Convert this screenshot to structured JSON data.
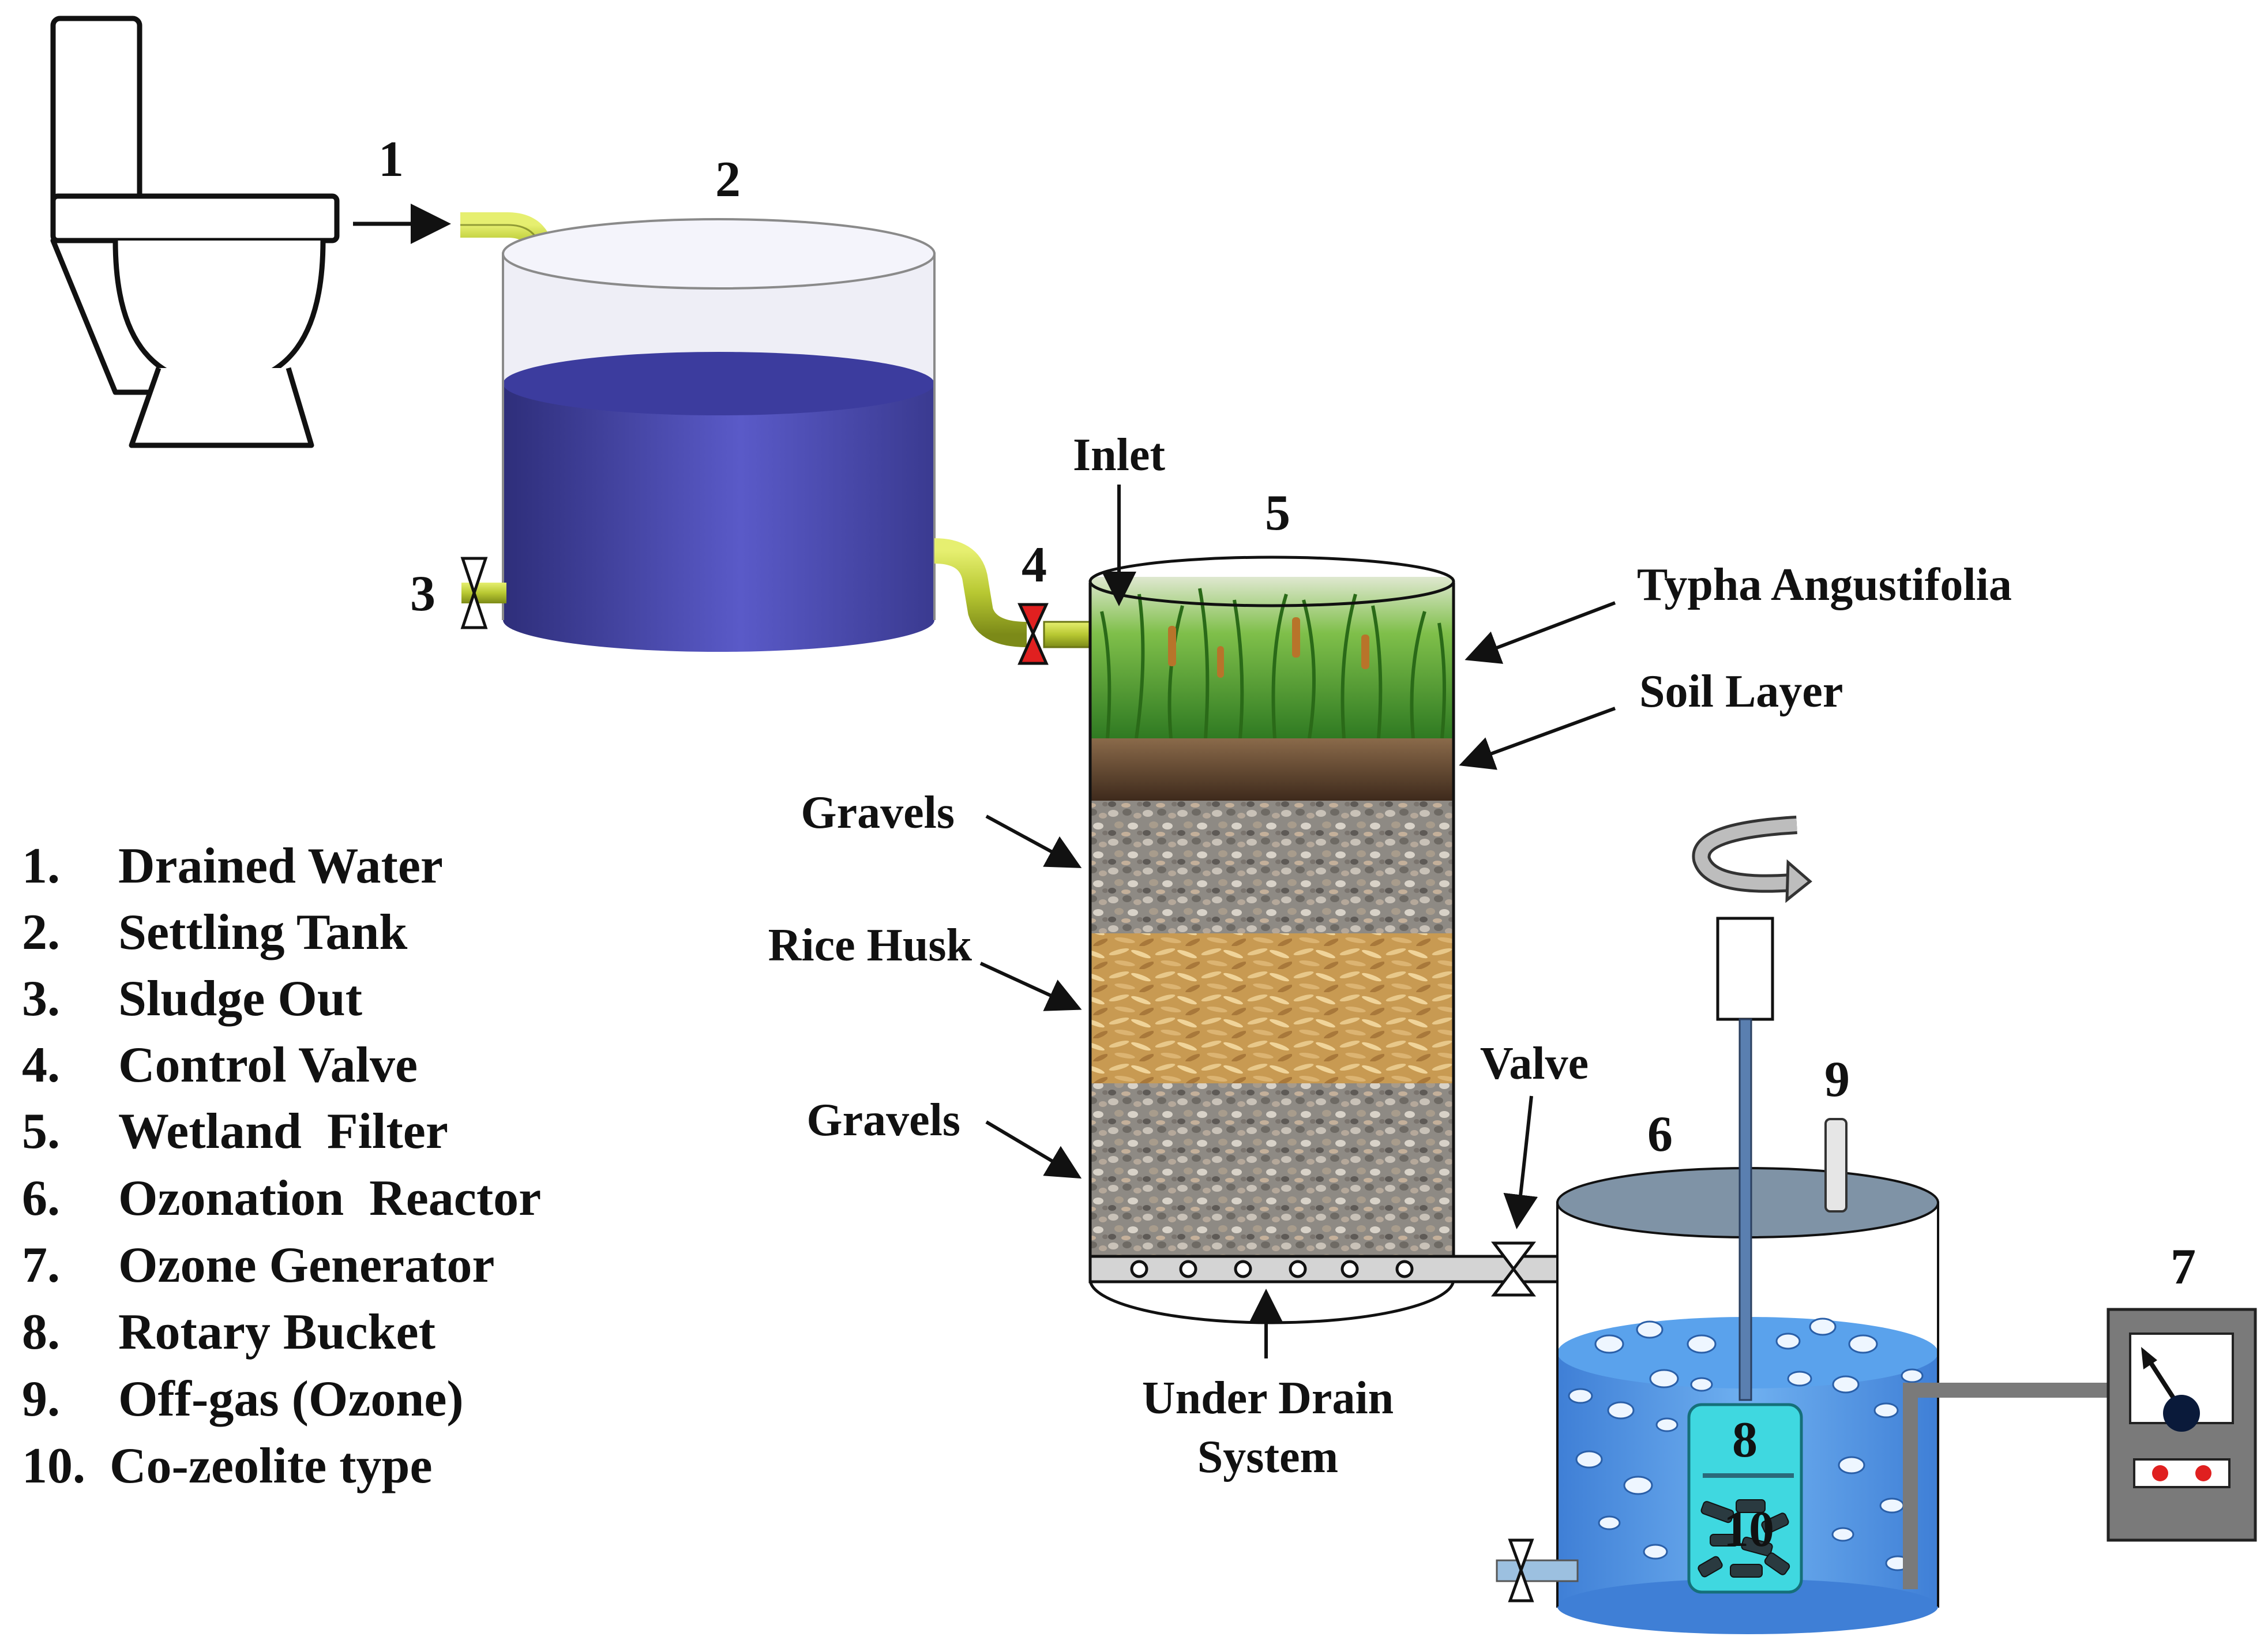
{
  "numbers": {
    "n1": "1",
    "n2": "2",
    "n3": "3",
    "n4": "4",
    "n5": "5",
    "n6": "6",
    "n7": "7",
    "n8": "8",
    "n9": "9",
    "n10": "10"
  },
  "callouts": {
    "inlet": "Inlet",
    "typha": "Typha Angustifolia",
    "soil": "Soil Layer",
    "gravels_top": "Gravels",
    "rice_husk": "Rice Husk",
    "gravels_bottom": "Gravels",
    "valve": "Valve",
    "under_drain_line1": "Under Drain",
    "under_drain_line2": "System"
  },
  "legend": [
    {
      "num": "1.",
      "label": "Drained Water"
    },
    {
      "num": "2.",
      "label": "Settling Tank"
    },
    {
      "num": "3.",
      "label": "Sludge Out"
    },
    {
      "num": "4.",
      "label": "Control Valve"
    },
    {
      "num": "5.",
      "label": "Wetland  Filter"
    },
    {
      "num": "6.",
      "label": "Ozonation  Reactor"
    },
    {
      "num": "7.",
      "label": "Ozone Generator"
    },
    {
      "num": "8.",
      "label": "Rotary Bucket"
    },
    {
      "num": "9.",
      "label": "Off-gas (Ozone)"
    },
    {
      "num": "10.",
      "label": "Co-zeolite type"
    }
  ],
  "colors": {
    "tank_liquid": "#4b4bb0",
    "pipe_yellow": "#b8c832",
    "reactor_water": "#4a90e2",
    "grass": "#3f8f2a",
    "soil": "#5a4030",
    "gravel": "#9a9690",
    "rice_husk": "#d8b46a",
    "valve_red": "#e02020"
  }
}
